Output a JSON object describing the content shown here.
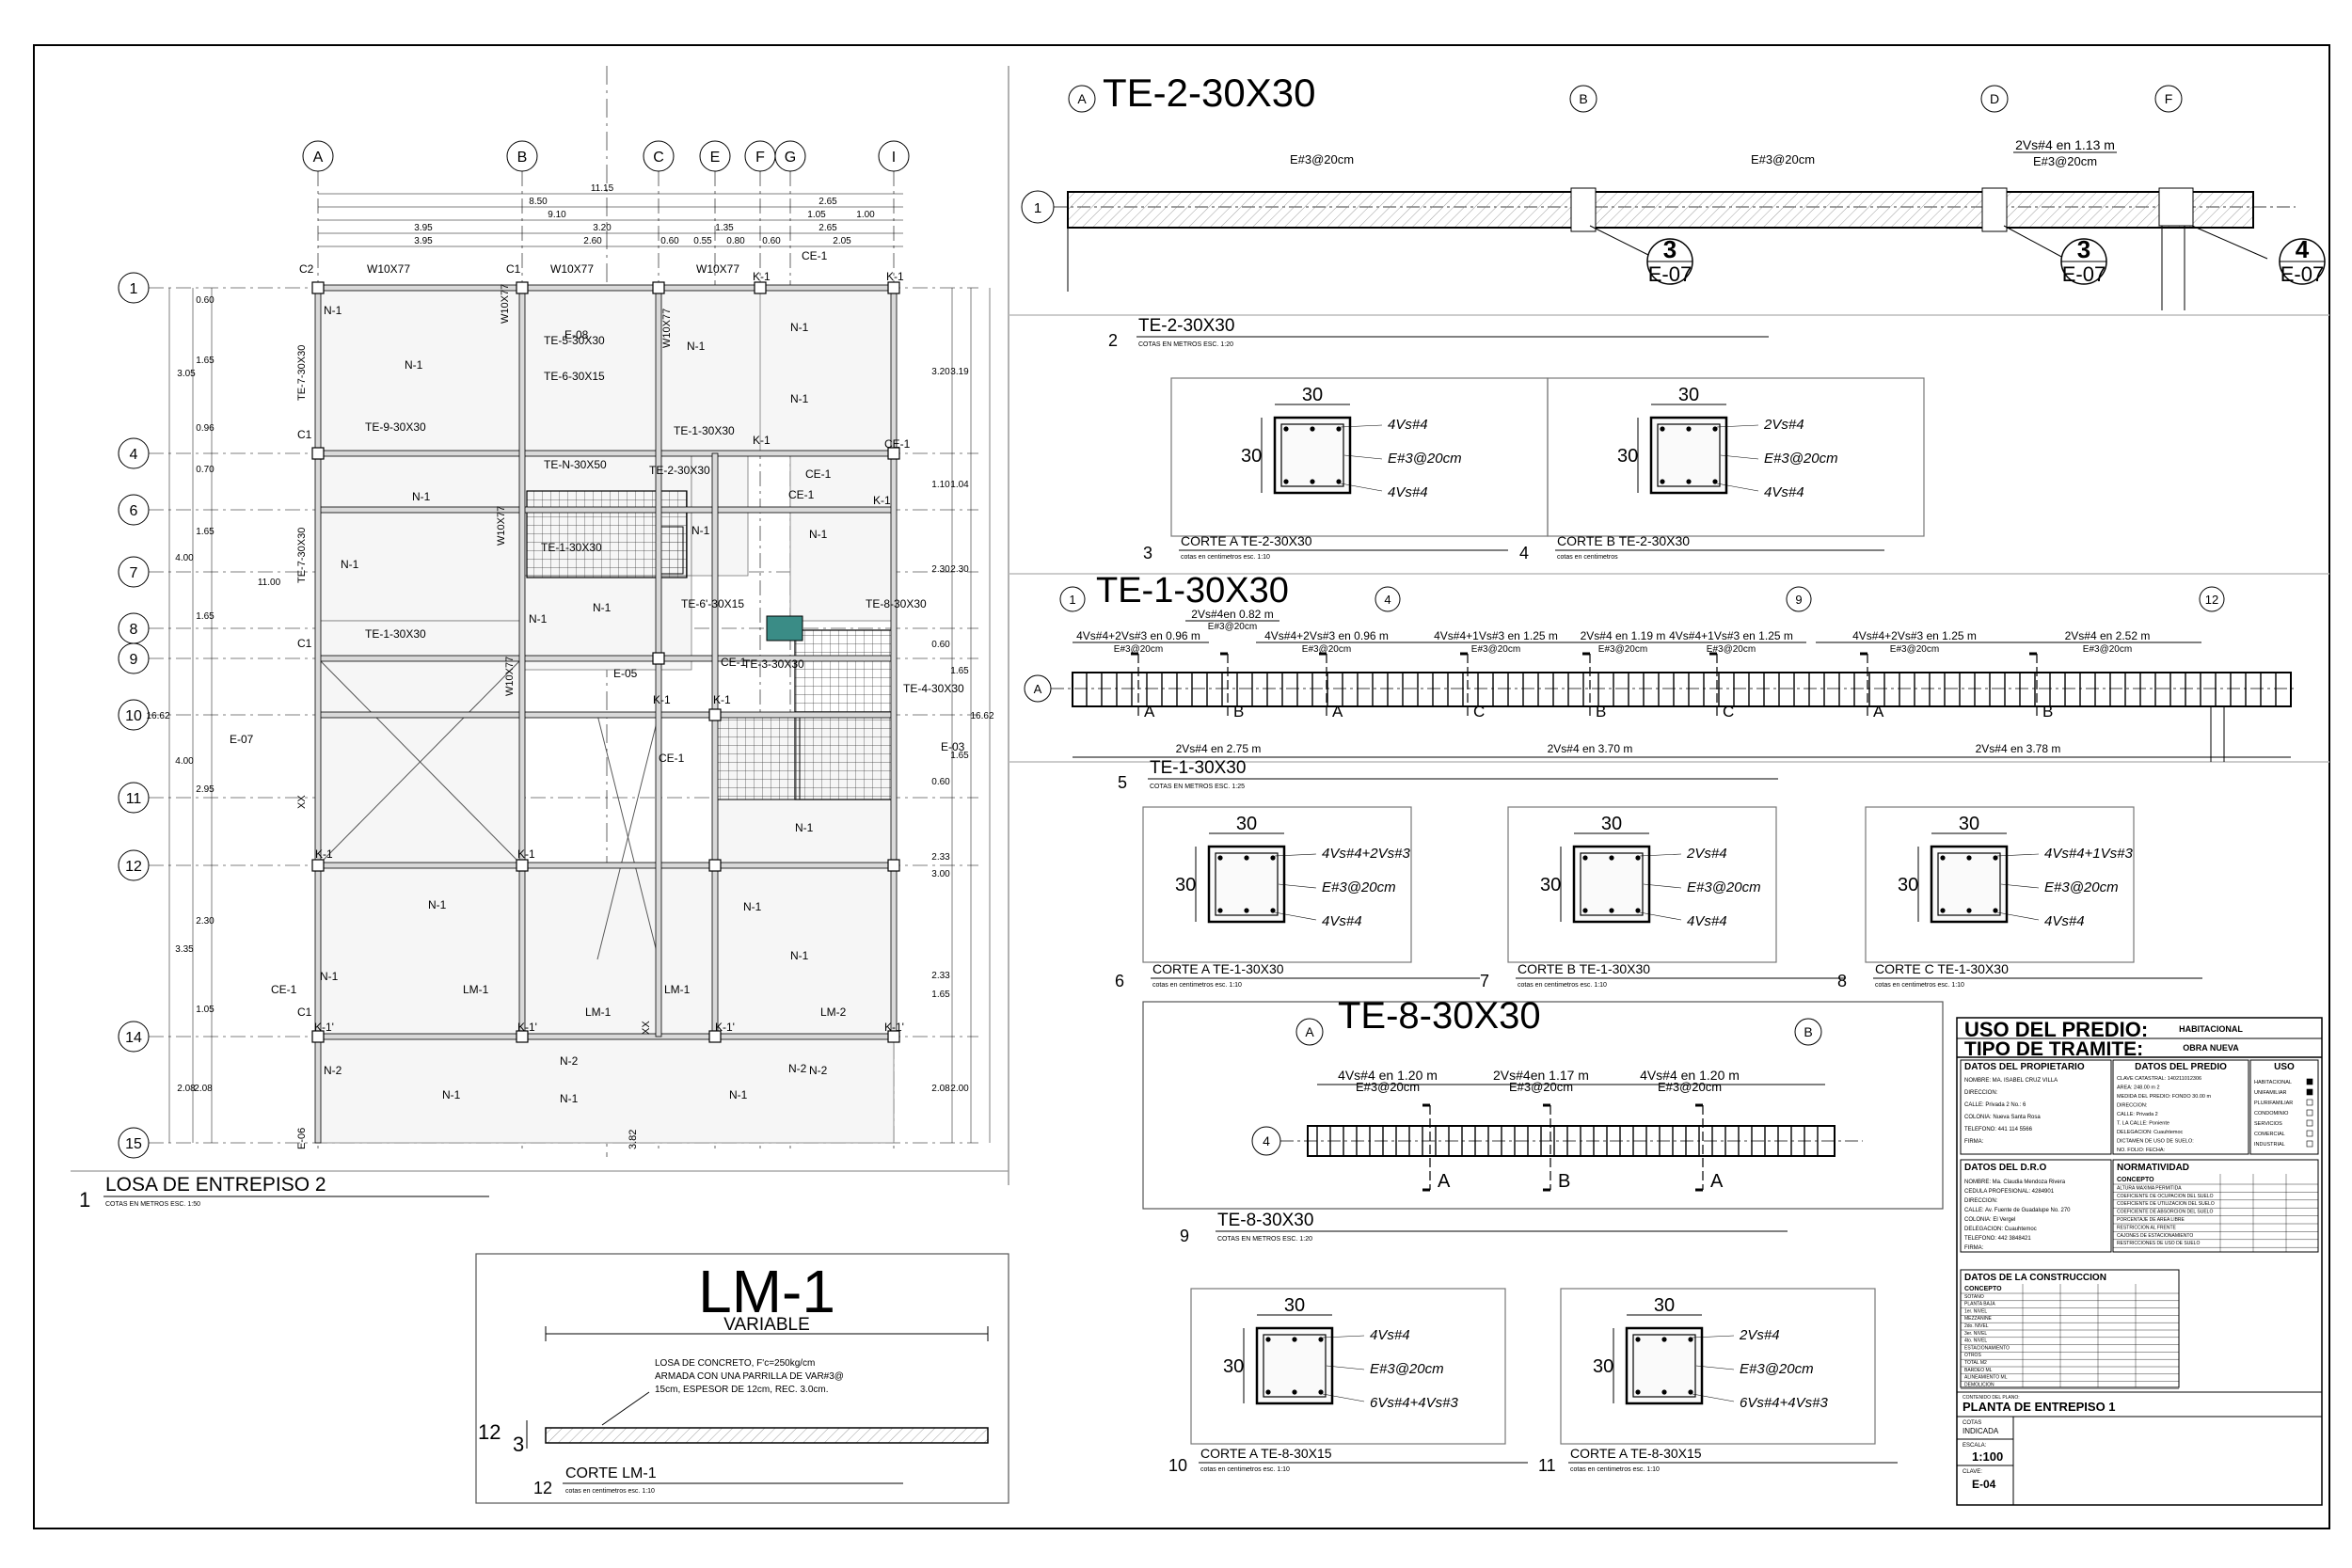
{
  "plan": {
    "number": "1",
    "title": "LOSA DE ENTREPISO 2",
    "scale_note": "COTAS EN METROS ESC. 1:50",
    "grid_cols": [
      "A",
      "B",
      "C",
      "E",
      "F",
      "G",
      "I"
    ],
    "grid_rows": [
      "1",
      "4",
      "6",
      "7",
      "8",
      "9",
      "10",
      "11",
      "12",
      "14",
      "15"
    ],
    "dims_top": [
      "11.15",
      "8.50",
      "9.10",
      "3.95",
      "3.95",
      "3.20",
      "2.60",
      "1.35",
      "0.60",
      "0.55",
      "0.80",
      "0.60",
      "2.65",
      "1.05",
      "1.00",
      "2.65",
      "2.05"
    ],
    "dims_left": [
      "0.60",
      "3.05",
      "1.65",
      "0.96",
      "0.70",
      "1.65",
      "4.00",
      "11.00",
      "1.65",
      "16.62",
      "4.00",
      "2.95",
      "3.35",
      "2.30",
      "1.05",
      "2.08",
      "2.08"
    ],
    "dims_right": [
      "3.20",
      "3.19",
      "1.10",
      "1.04",
      "2.30",
      "2.30",
      "0.60",
      "1.65",
      "1.65",
      "16.62",
      "0.60",
      "2.33",
      "3.00",
      "2.33",
      "1.65",
      "2.08",
      "2.00"
    ],
    "labels": [
      "W10X77",
      "W10X77",
      "W10X77",
      "W10X77",
      "W10X77",
      "W10X77",
      "W10X77",
      "C2",
      "C1",
      "C1",
      "C1",
      "C1",
      "N-1",
      "N-1",
      "N-1",
      "N-1",
      "N-1",
      "N-1",
      "N-1",
      "N-1",
      "N-1",
      "N-1",
      "N-1",
      "N-1",
      "N-1",
      "N-1",
      "N-1",
      "N-1",
      "N-1",
      "N-1",
      "N-1",
      "N-2",
      "N-2",
      "N-2",
      "N-2",
      "K-1",
      "K-1",
      "K-1",
      "K-1",
      "K-1",
      "K-1",
      "K-1",
      "K-1",
      "K-1'",
      "K-1'",
      "K-1'",
      "K-1'",
      "CE-1",
      "CE-1",
      "CE-1",
      "CE-1",
      "CE-1",
      "CE-1",
      "CE-1",
      "LM-1",
      "LM-1",
      "LM-1",
      "LM-2",
      "TE-2-30X30",
      "TE-3-30X30",
      "TE-8-30X30",
      "TE-4-30X30",
      "TE-5-30X30",
      "TE-6-30X15",
      "TE-9-30X30",
      "TE-N-30X50",
      "TE-1-30X30",
      "TE-1-30X30",
      "TE-1-30X30",
      "TE-6'-30X15",
      "TE-7-30X30",
      "TE-7-30X30",
      "XX",
      "XX",
      "3.82",
      "E-06",
      "E-07",
      "E-03",
      "E-05",
      "E-08"
    ]
  },
  "te2": {
    "title": "TE-2-30X30",
    "grid": [
      "A",
      "B",
      "D",
      "F",
      "1"
    ],
    "bar_labels": [
      "E#3@20cm",
      "E#3@20cm",
      "2Vs#4 en 1.13 m",
      "E#3@20cm"
    ],
    "callouts": [
      {
        "n": "3",
        "s": "E-07"
      },
      {
        "n": "3",
        "s": "E-07"
      },
      {
        "n": "4",
        "s": "E-07"
      }
    ],
    "caption_num": "2",
    "caption": "TE-2-30X30",
    "note": "COTAS EN METROS ESC. 1:20"
  },
  "sections": [
    {
      "num": "3",
      "title": "CORTE A TE-2-30X30",
      "note": "cotas en centimetros esc. 1:10",
      "dim_w": "30",
      "dim_h": "30",
      "top": "4Vs#4",
      "mid": "E#3@20cm",
      "bot": "4Vs#4"
    },
    {
      "num": "4",
      "title": "CORTE B TE-2-30X30",
      "note": "cotas en centimetros",
      "dim_w": "30",
      "dim_h": "30",
      "top": "2Vs#4",
      "mid": "E#3@20cm",
      "bot": "4Vs#4"
    },
    {
      "num": "6",
      "title": "CORTE A TE-1-30X30",
      "note": "cotas en centimetros esc. 1:10",
      "dim_w": "30",
      "dim_h": "30",
      "top": "4Vs#4+2Vs#3",
      "mid": "E#3@20cm",
      "bot": "4Vs#4"
    },
    {
      "num": "7",
      "title": "CORTE B TE-1-30X30",
      "note": "cotas en centimetros esc. 1:10",
      "dim_w": "30",
      "dim_h": "30",
      "top": "2Vs#4",
      "mid": "E#3@20cm",
      "bot": "4Vs#4"
    },
    {
      "num": "8",
      "title": "CORTE C TE-1-30X30",
      "note": "cotas en centimetros esc. 1:10",
      "dim_w": "30",
      "dim_h": "30",
      "top": "4Vs#4+1Vs#3",
      "mid": "E#3@20cm",
      "bot": "4Vs#4"
    },
    {
      "num": "10",
      "title": "CORTE A TE-8-30X15",
      "note": "cotas en centimetros esc. 1:10",
      "dim_w": "30",
      "dim_h": "30",
      "top": "4Vs#4",
      "mid": "E#3@20cm",
      "bot": "6Vs#4+4Vs#3"
    },
    {
      "num": "11",
      "title": "CORTE A TE-8-30X15",
      "note": "cotas en centimetros esc. 1:10",
      "dim_w": "30",
      "dim_h": "30",
      "top": "2Vs#4",
      "mid": "E#3@20cm",
      "bot": "6Vs#4+4Vs#3"
    }
  ],
  "te1": {
    "title": "TE-1-30X30",
    "grid": [
      "1",
      "4",
      "9",
      "12",
      "A"
    ],
    "top_labels": [
      "4Vs#4+2Vs#3  en 0.96 m",
      "E#3@20cm",
      "2Vs#4en 0.82 m",
      "E#3@20cm",
      "4Vs#4+2Vs#3  en 0.96 m",
      "E#3@20cm",
      "4Vs#4+1Vs#3  en 1.25 m",
      "E#3@20cm",
      "2Vs#4  en 1.19 m",
      "E#3@20cm",
      "4Vs#4+1Vs#3  en 1.25 m",
      "E#3@20cm",
      "4Vs#4+2Vs#3  en 1.25 m",
      "E#3@20cm",
      "2Vs#4  en 2.52 m",
      "E#3@20cm"
    ],
    "bottom_labels": [
      "2Vs#4  en 2.75 m",
      "2Vs#4  en 3.70 m",
      "2Vs#4  en 3.78 m"
    ],
    "cuts": [
      "A",
      "B",
      "A",
      "C",
      "B",
      "C",
      "A",
      "B"
    ],
    "caption_num": "5",
    "caption": "TE-1-30X30",
    "note": "COTAS EN METROS ESC. 1:25"
  },
  "te8": {
    "title": "TE-8-30X30",
    "grid": [
      "A",
      "B",
      "4"
    ],
    "top_labels": [
      "4Vs#4  en 1.20 m",
      "E#3@20cm",
      "2Vs#4en 1.17 m",
      "E#3@20cm",
      "4Vs#4  en 1.20 m",
      "E#3@20cm"
    ],
    "cuts": [
      "A",
      "B",
      "A"
    ],
    "caption_num": "9",
    "caption": "TE-8-30X30",
    "note": "COTAS EN METROS ESC. 1:20"
  },
  "lm1": {
    "title": "LM-1",
    "subtitle": "VARIABLE",
    "desc": [
      "LOSA DE CONCRETO, F'c=250kg/cm",
      "ARMADA CON UNA PARRILLA DE VAR#3@",
      "15cm, ESPESOR DE 12cm, REC. 3.0cm."
    ],
    "dim_a": "12",
    "dim_b": "3",
    "caption_num": "12",
    "caption": "CORTE LM-1",
    "note": "cotas en centimetros esc. 1:10"
  },
  "titleblock": {
    "uso_label": "USO DEL PREDIO:",
    "uso_value": "HABITACIONAL",
    "tramite_label": "TIPO DE TRAMITE:",
    "tramite_value": "OBRA NUEVA",
    "propietario_head": "DATOS DEL PROPIETARIO",
    "propietario_lines": [
      "NOMBRE: MA. ISABEL CRUZ VILLA",
      "DIRECCION:",
      "CALLE: Privada 2        No.: 6",
      "COLONIA: Nueva Santa Rosa",
      "TELEFONO: 441 114 5566",
      "FIRMA:"
    ],
    "predio_head": "DATOS DEL PREDIO",
    "predio_lines": [
      "CLAVE CATASTRAL: 140211012306",
      "AREA: 248.00 m 2",
      "MEDIDA DEL PREDIO: FONDO 30.00 m",
      "DIRECCION:",
      "CALLE: Privada 2",
      "T. LA CALLE: Poniente",
      "DELEGACION: Cuauhtemoc",
      "DICTAMEN DE USO DE SUELO:",
      "NO. FOLIO:        FECHA:"
    ],
    "uso_head": "USO",
    "uso_options": [
      "HABITACIONAL",
      "UNIFAMILIAR",
      "PLURIFAMILIAR",
      "CONDOMINIO",
      "SERVICIOS",
      "COMERCIAL",
      "INDUSTRIAL"
    ],
    "dro_head": "DATOS DEL D.R.O",
    "dro_lines": [
      "NOMBRE: Ma. Claudia Mendoza Rivera",
      "CEDULA PROFESIONAL: 4284901",
      "DIRECCION:",
      "CALLE: Av. Fuente de Guadalupe No. 270",
      "COLONIA: El Vergel",
      "DELEGACION: Cuauhtemoc",
      "TELEFONO: 442 3848421",
      "FIRMA:"
    ],
    "norma_head": "NORMATIVIDAD",
    "norma_lines": [
      "CONCEPTO",
      "ALTURA MAXIMA PERMITIDA",
      "COEFICIENTE DE OCUPACION DEL SUELO",
      "COEFICIENTE DE UTILIZACION DEL SUELO",
      "COEFICIENTE DE ABSORCION DEL SUELO",
      "PORCENTAJE DE AREA LIBRE",
      "RESTRICCION AL FRENTE",
      "CAJONES DE ESTACIONAMIENTO",
      "RESTRICCIONES DE USO DE SUELO"
    ],
    "const_head": "DATOS DE LA CONSTRUCCION",
    "const_lines": [
      "CONCEPTO",
      "SOTANO",
      "PLANTA BAJA",
      "1er. NIVEL",
      "MEZZANINE",
      "2do. NIVEL",
      "3er. NIVEL",
      "4to. NIVEL",
      "ESTACIONAMIENTO",
      "OTROS",
      "TOTAL M2",
      "BARDEO ML",
      "ALINEAMIENTO ML",
      "DEMOLICION"
    ],
    "contenido_label": "CONTENIDO DEL PLANO:",
    "plano_title": "PLANTA DE ENTREPISO 1",
    "cotas_label": "COTAS",
    "cotas_value": "INDICADA",
    "escala_label": "ESCALA:",
    "escala_value": "1:100",
    "clave_label": "CLAVE:",
    "clave_value": "E-04"
  }
}
